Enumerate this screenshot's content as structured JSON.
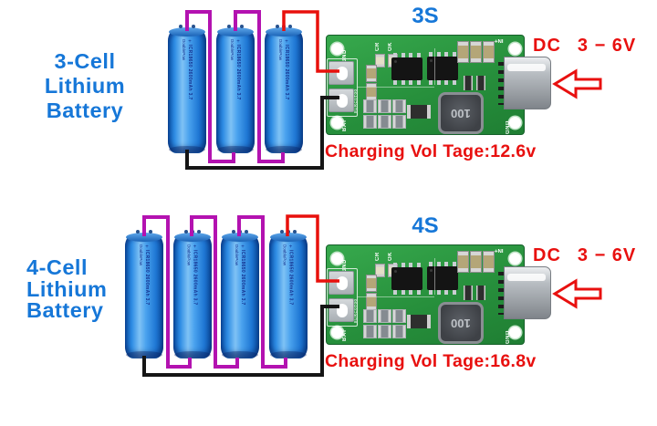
{
  "colors": {
    "heading_blue": "#1677D8",
    "text_red": "#E8100F",
    "wire_purple": "#B312B0",
    "wire_red": "#E8100C",
    "wire_black": "#151515",
    "pcb_green": "#2F9C42",
    "battery_blue": "#2F8FE6"
  },
  "sections": [
    {
      "id": "3s",
      "cell_line1": "3-Cell",
      "cell_line2": "Lithium Battery",
      "module_label": "3S",
      "dc_label": "DC",
      "dc_range": "3 − 6V",
      "charging_label": "Charging Vol Tage:12.6v",
      "battery_count": 3
    },
    {
      "id": "4s",
      "cell_line1": "4-Cell",
      "cell_line2": "Lithium",
      "cell_line3": "Battery",
      "module_label": "4S",
      "dc_label": "DC",
      "dc_range": "3 − 6V",
      "charging_label": "Charging Vol Tage:16.8v",
      "battery_count": 4
    }
  ],
  "battery": {
    "brand": "DoublePow",
    "polarity": "+",
    "model": "ICR18650 2600mAh 3.7"
  },
  "pcb": {
    "labels": {
      "gnd_left": "GND",
      "bat": "BAT",
      "part_number": "8URC0T00",
      "cr": "CR",
      "ok": "OK",
      "in_plus": "IN+",
      "gnd_right": "GND",
      "inductor": "100"
    }
  }
}
